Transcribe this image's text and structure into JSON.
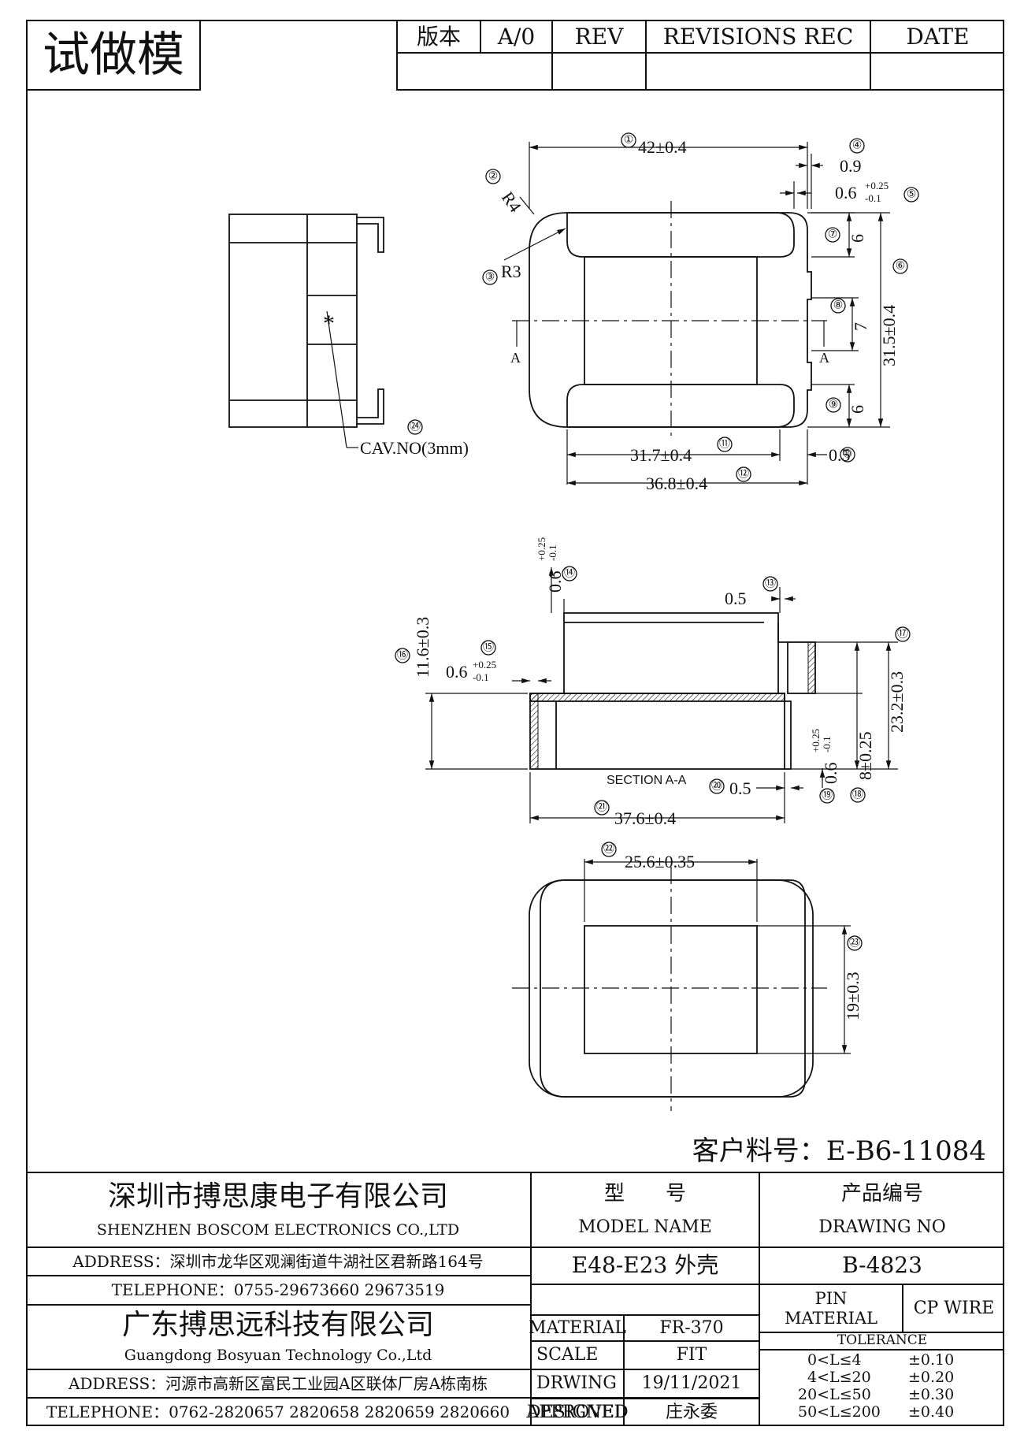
{
  "header": {
    "trial_stamp": "试做模",
    "version_label": "版本",
    "version_value": "A/0",
    "rev_label": "REV",
    "revisions_label": "REVISIONS REC",
    "date_label": "DATE"
  },
  "customer_part": "客户料号：E-B6-11084",
  "dimensions": {
    "d1": "42±0.4",
    "d2": "R4",
    "d3": "R3",
    "d4": "0.9",
    "d5_base": "0.6",
    "tol_plus": "+0.25",
    "tol_minus": "-0.1",
    "d6": "31.5±0.4",
    "d7": "6",
    "d8": "7",
    "d9": "6",
    "d10": "0.5",
    "d11": "31.7±0.4",
    "d12": "36.8±0.4",
    "d13": "0.5",
    "d16": "11.6±0.3",
    "d17": "23.2±0.3",
    "d18": "8±0.25",
    "d20": "0.5",
    "d21": "37.6±0.4",
    "d22": "25.6±0.35",
    "d23": "19±0.3",
    "cav": "CAV.NO(3mm)",
    "star": "*",
    "section_mark": "A",
    "section_title": "SECTION A-A"
  },
  "callouts": [
    "①",
    "②",
    "③",
    "④",
    "⑤",
    "⑥",
    "⑦",
    "⑧",
    "⑨",
    "⑩",
    "⑪",
    "⑫",
    "⑬",
    "⑭",
    "⑮",
    "⑯",
    "⑰",
    "⑱",
    "⑲",
    "⑳",
    "㉑",
    "㉒",
    "㉓",
    "㉔"
  ],
  "title_block": {
    "company1_cn": "深圳市搏思康电子有限公司",
    "company1_en": "SHENZHEN BOSCOM ELECTRONICS CO.,LTD",
    "address1": "ADDRESS：深圳市龙华区观澜街道牛湖社区君新路164号",
    "telephone1": "TELEPHONE：0755-29673660 29673519",
    "company2_cn": "广东搏思远科技有限公司",
    "company2_en": "Guangdong Bosyuan Technology Co.,Ltd",
    "address2": "ADDRESS：河源市高新区富民工业园A区联体厂房A栋南栋",
    "telephone2": "TELEPHONE：0762-2820657 2820658 2820659 2820660",
    "model_label_cn": "型　　号",
    "model_label_en": "MODEL NAME",
    "model_value": "E48-E23 外壳",
    "drawing_label_cn": "产品编号",
    "drawing_label_en": "DRAWING NO",
    "drawing_value": "B-4823",
    "material_label": "MATERIAL",
    "material_value": "FR-370",
    "scale_label": "SCALE",
    "scale_value": "FIT",
    "drawing_by_label": "DRWING",
    "drawing_date": "19/11/2021",
    "designed_label": "DESIGNED",
    "designed_value": "庄永委",
    "approved_label": "APPROVED",
    "pin_material_label": "PIN\nMATERIAL",
    "cp_wire_label": "CP WIRE",
    "tolerance_label": "TOLERANCE",
    "tolerance_ranges": [
      "0<L≤4",
      "4<L≤20",
      "20<L≤50",
      "50<L≤200"
    ],
    "tolerance_values": [
      "±0.10",
      "±0.20",
      "±0.30",
      "±0.40"
    ]
  }
}
